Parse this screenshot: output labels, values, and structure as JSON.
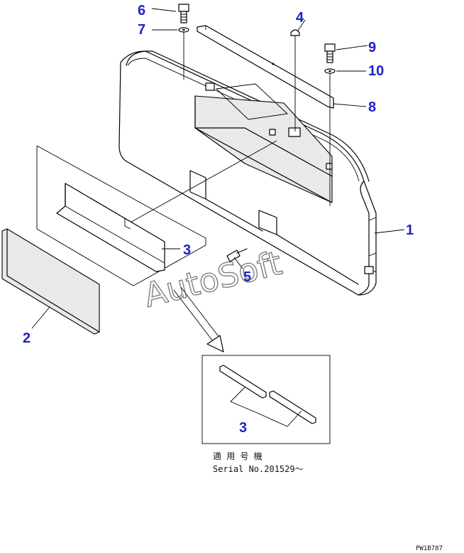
{
  "callouts": {
    "c1": "1",
    "c2": "2",
    "c3a": "3",
    "c3b": "3",
    "c4": "4",
    "c5": "5",
    "c6": "6",
    "c7": "7",
    "c8": "8",
    "c9": "9",
    "c10": "10"
  },
  "note": {
    "applicable_jp": "適 用 号 機",
    "serial": "Serial No.201529〜"
  },
  "drawing_code": "PW1B787",
  "watermark": "AutoSoft",
  "colors": {
    "callout": "#1f22c8",
    "line": "#000000"
  }
}
